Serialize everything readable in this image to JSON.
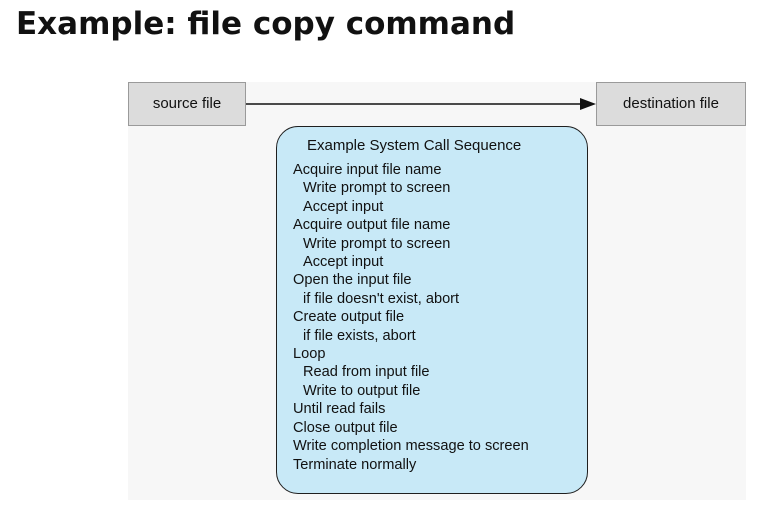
{
  "title": "Example: file copy command",
  "diagram": {
    "source_label": "source file",
    "destination_label": "destination  file",
    "sequence": {
      "title": "Example System Call Sequence",
      "steps": [
        {
          "text": "Acquire input file name",
          "level": 0
        },
        {
          "text": "Write prompt to screen",
          "level": 1
        },
        {
          "text": "Accept input",
          "level": 1
        },
        {
          "text": "Acquire output file name",
          "level": 0
        },
        {
          "text": "Write prompt to screen",
          "level": 1
        },
        {
          "text": "Accept input",
          "level": 1
        },
        {
          "text": "Open the input file",
          "level": 0
        },
        {
          "text": "if file doesn't exist, abort",
          "level": 1
        },
        {
          "text": "Create output file",
          "level": 0
        },
        {
          "text": "if file exists, abort",
          "level": 1
        },
        {
          "text": "Loop",
          "level": 0
        },
        {
          "text": "Read from input file",
          "level": 1
        },
        {
          "text": "Write to output file",
          "level": 1
        },
        {
          "text": "Until read fails",
          "level": 0
        },
        {
          "text": "Close output file",
          "level": 0
        },
        {
          "text": "Write completion message to screen",
          "level": 0
        },
        {
          "text": "Terminate normally",
          "level": 0
        }
      ]
    }
  },
  "colors": {
    "file_box": "#dcdcdc",
    "sequence_box": "#c8e9f7",
    "arrow": "#111111"
  }
}
